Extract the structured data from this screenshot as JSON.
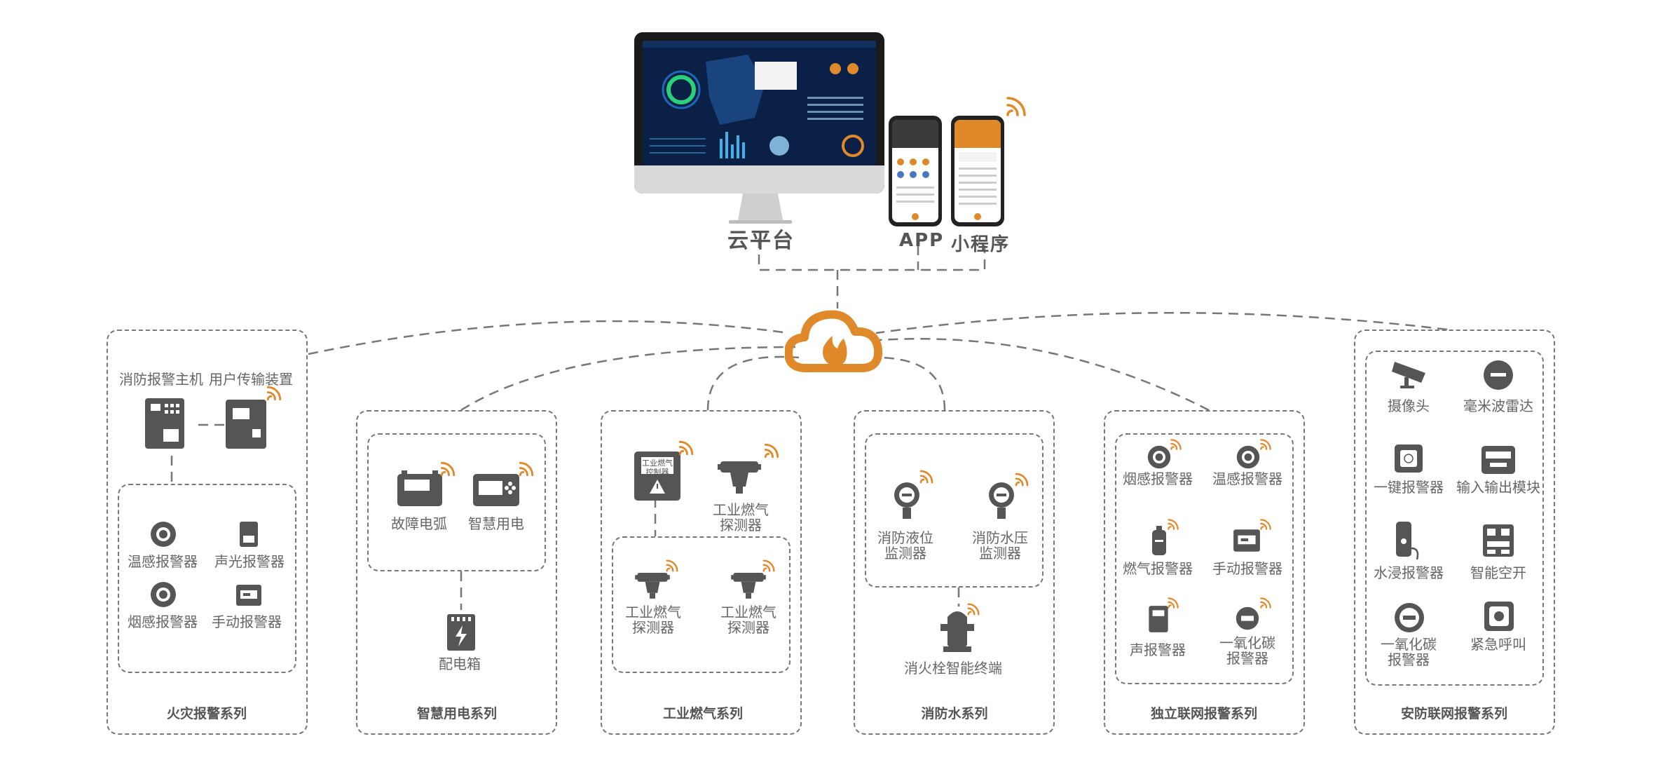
{
  "top": {
    "cloud_platform": "云平台",
    "app": "APP",
    "mini_program": "小程序"
  },
  "colors": {
    "accent": "#e0892a",
    "line": "#777777",
    "icon": "#555555"
  },
  "fire": {
    "title": "火灾报警系列",
    "host": "消防报警主机",
    "transfer": "用户传输装置",
    "items": [
      "温感报警器",
      "声光报警器",
      "烟感报警器",
      "手动报警器"
    ]
  },
  "elec": {
    "title": "智慧用电系列",
    "items": [
      "故障电弧",
      "智慧用电"
    ],
    "cabinet": "配电箱"
  },
  "gas": {
    "title": "工业燃气系列",
    "controller": "工业燃气\n控制器",
    "detector_top": [
      "工业燃气",
      "探测器"
    ],
    "detector_left": [
      "工业燃气",
      "探测器"
    ],
    "detector_right": [
      "工业燃气",
      "探测器"
    ]
  },
  "water": {
    "title": "消防水系列",
    "level": [
      "消防液位",
      "监测器"
    ],
    "pressure": [
      "消防水压",
      "监测器"
    ],
    "hydrant": "消火栓智能终端"
  },
  "indep": {
    "title": "独立联网报警系列",
    "items": [
      "烟感报警器",
      "温感报警器",
      "燃气报警器",
      "手动报警器",
      "声报警器"
    ],
    "co": [
      "一氧化碳",
      "报警器"
    ]
  },
  "security": {
    "title": "安防联网报警系列",
    "items": [
      "摄像头",
      "毫米波雷达",
      "一键报警器",
      "输入输出模块",
      "水浸报警器",
      "智能空开",
      "紧急呼叫"
    ],
    "co": [
      "一氧化碳",
      "报警器"
    ]
  }
}
